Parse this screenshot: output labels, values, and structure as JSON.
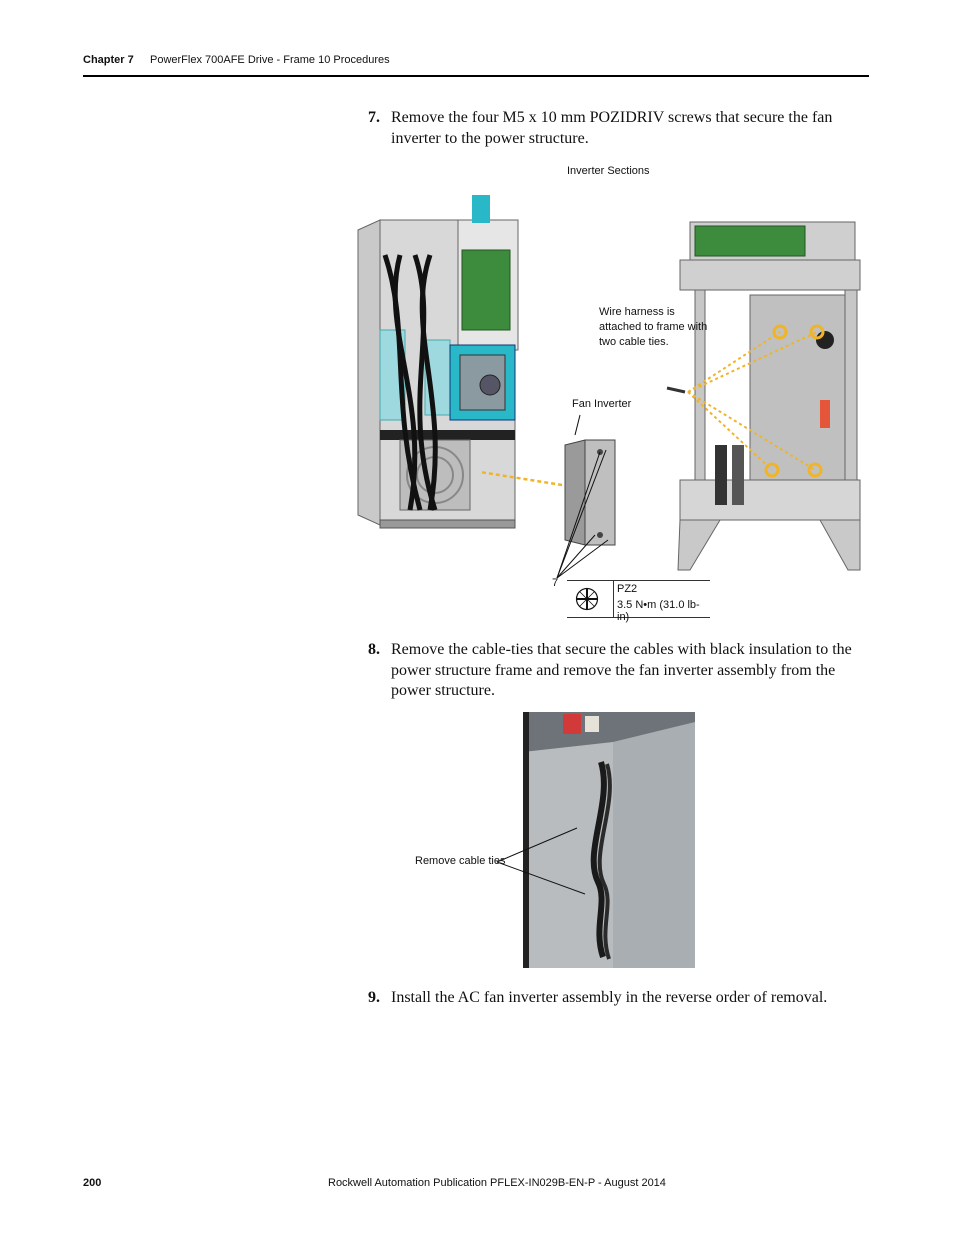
{
  "header": {
    "chapter": "Chapter 7",
    "title": "PowerFlex 700AFE Drive - Frame 10 Procedures"
  },
  "steps": [
    {
      "number": "7.",
      "text": "Remove the four M5 x 10 mm POZIDRIV screws that secure the fan inverter to the power structure."
    },
    {
      "number": "8.",
      "text": "Remove the cable-ties that secure the cables with black insulation to the power structure frame and remove the fan inverter assembly from the power structure."
    },
    {
      "number": "9.",
      "text": "Install the AC fan inverter assembly in the reverse order of removal."
    }
  ],
  "figure1": {
    "title": "Inverter Sections",
    "callouts": {
      "wire_harness": [
        "Wire harness is",
        "attached to frame with",
        "two cable ties."
      ],
      "fan_inverter": "Fan Inverter",
      "step_ref": "7"
    },
    "torque": {
      "tool": "PZ2",
      "value": "3.5 N•m (31.0 lb-in)",
      "icon": "pozidriv-bit-icon"
    }
  },
  "figure2": {
    "callout": "Remove cable ties"
  },
  "footer": {
    "page": "200",
    "publication": "Rockwell Automation Publication PFLEX-IN029B-EN-P - August 2014"
  },
  "colors": {
    "highlight": "#f0b429",
    "cyan_panel": "#29b8c8",
    "board_green": "#3d8c3d"
  }
}
